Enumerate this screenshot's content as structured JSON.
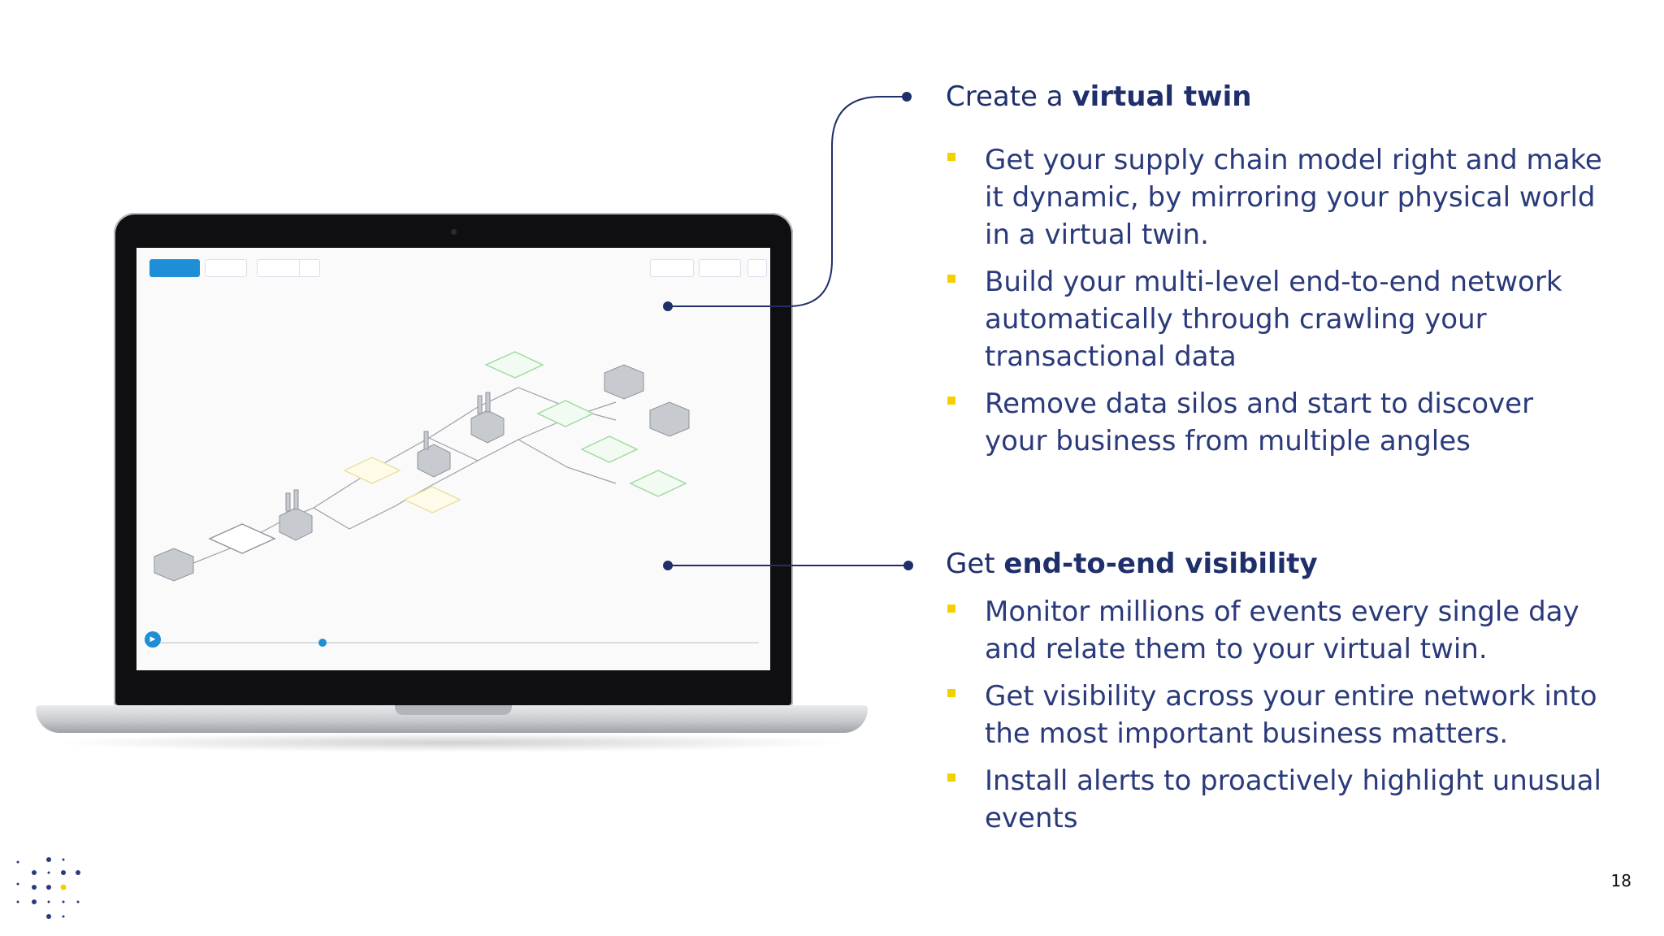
{
  "section1": {
    "heading_prefix": "Create a ",
    "heading_bold": "virtual twin",
    "bullets": [
      "Get your supply chain model right and make it dynamic, by mirroring your physical world in a virtual twin.",
      "Build your multi-level end-to-end network automatically through crawling your transactional data",
      "Remove data silos and start to discover your business from multiple angles"
    ]
  },
  "section2": {
    "heading_prefix": "Get ",
    "heading_bold": "end-to-end visibility",
    "bullets": [
      "Monitor millions of events every single day and relate them to your virtual twin.",
      "Get visibility across your entire network into the most important business matters.",
      "Install alerts to proactively highlight unusual events"
    ]
  },
  "page_number": "18",
  "colors": {
    "navy": "#1f2f6b",
    "bullet_yellow": "#f5d000",
    "app_blue": "#1e8fd6"
  }
}
